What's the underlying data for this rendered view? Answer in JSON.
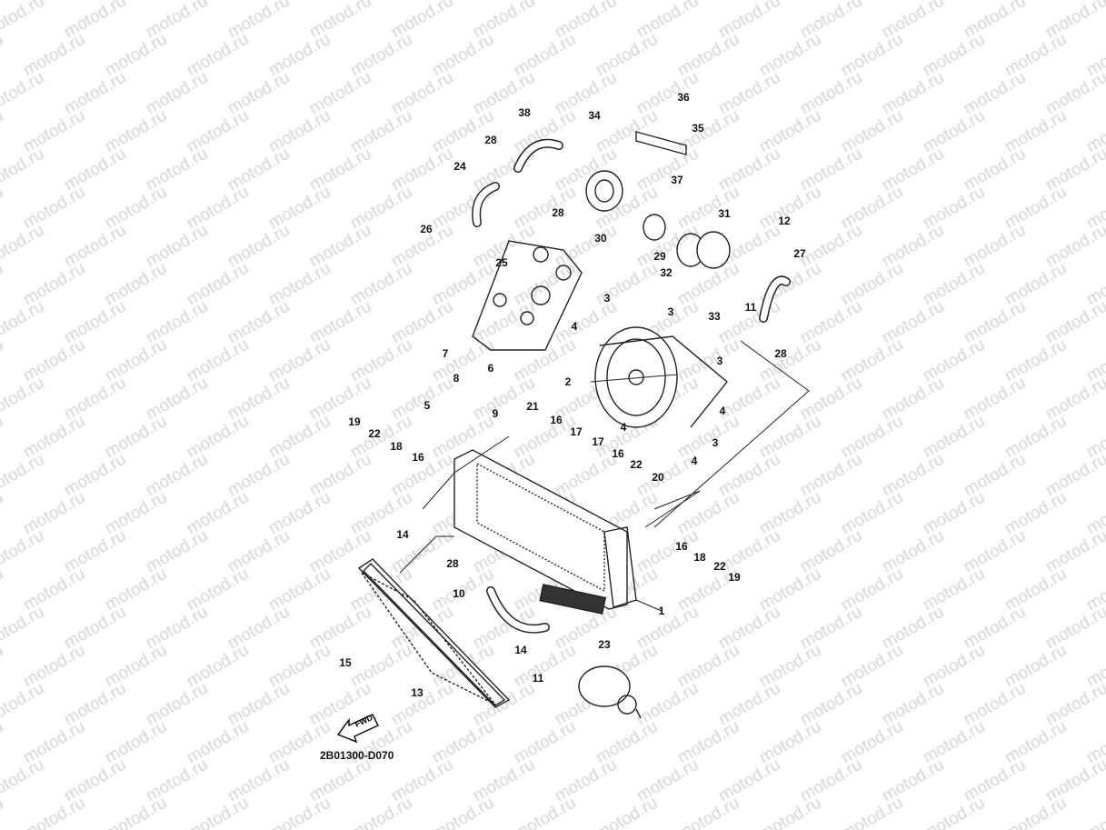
{
  "watermark": "motod.ru",
  "diagram_code": "2B01300-D070",
  "fwd_label": "FWD",
  "part_labels": [
    "38",
    "34",
    "36",
    "35",
    "28",
    "24",
    "37",
    "28",
    "26",
    "30",
    "29",
    "31",
    "12",
    "27",
    "25",
    "32",
    "11",
    "33",
    "3",
    "3",
    "4",
    "28",
    "3",
    "7",
    "8",
    "6",
    "2",
    "4",
    "4",
    "5",
    "19",
    "22",
    "21",
    "9",
    "16",
    "17",
    "18",
    "16",
    "17",
    "3",
    "16",
    "4",
    "22",
    "20",
    "14",
    "28",
    "16",
    "18",
    "22",
    "19",
    "10",
    "1",
    "15",
    "14",
    "23",
    "11",
    "13"
  ]
}
